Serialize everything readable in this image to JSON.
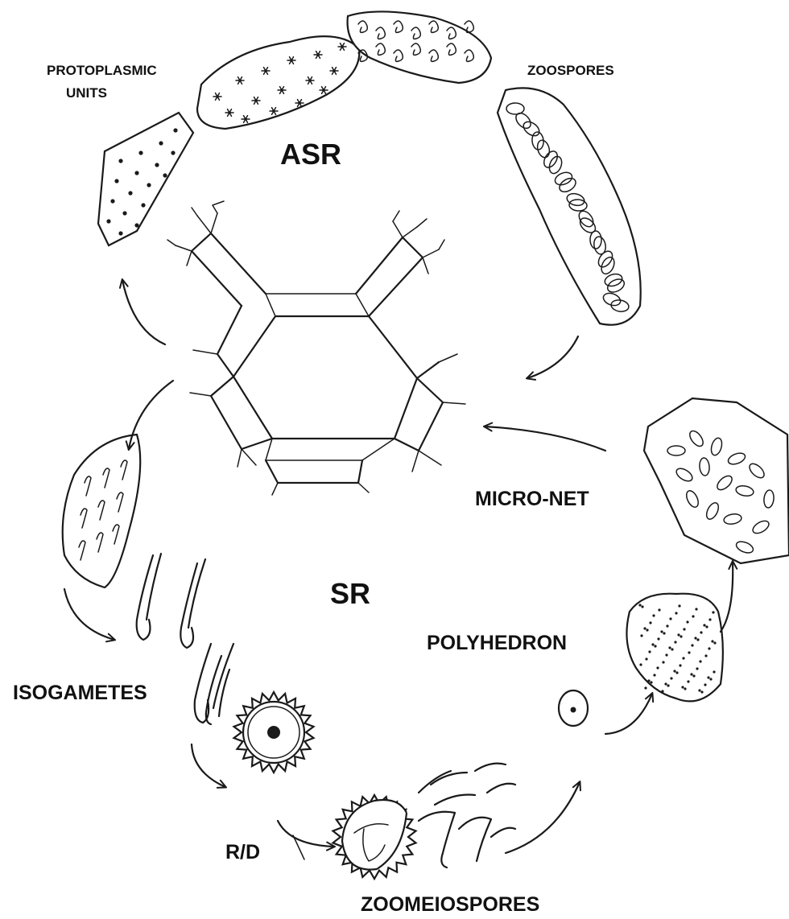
{
  "labels": {
    "protoplasmic_line1": "PROTOPLASMIC",
    "protoplasmic_line2": "UNITS",
    "zoospores": "ZOOSPORES",
    "asr": "ASR",
    "sr": "SR",
    "micro_net": "MICRO-NET",
    "polyhedron": "POLYHEDRON",
    "isogametes": "ISOGAMETES",
    "rd": "R/D",
    "zoomeiospores": "ZOOMEIOSPORES"
  }
}
